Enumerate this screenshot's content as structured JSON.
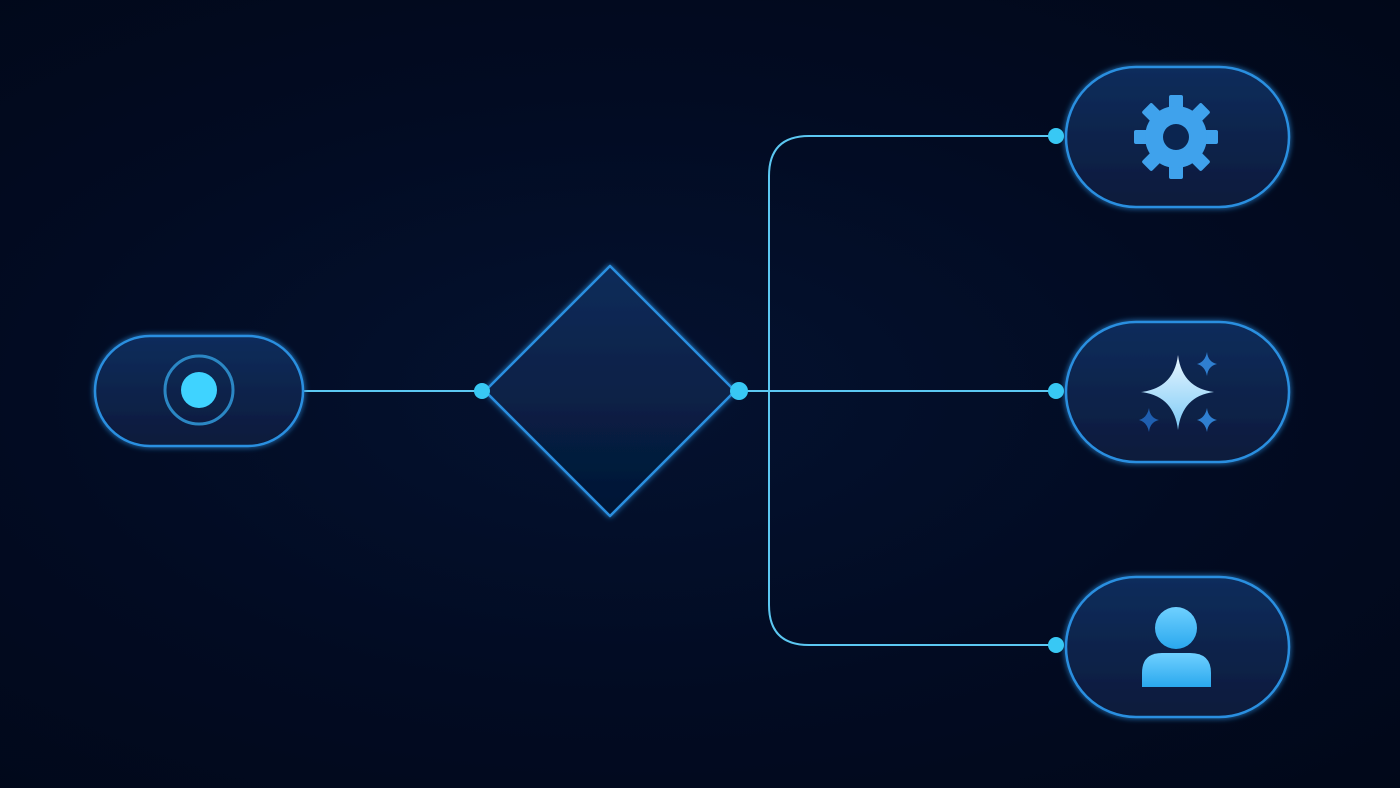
{
  "diagram": {
    "type": "flowchart",
    "nodes": [
      {
        "id": "start",
        "shape": "pill",
        "icon": "radio-target-icon"
      },
      {
        "id": "decision",
        "shape": "diamond",
        "icon": ""
      },
      {
        "id": "settings",
        "shape": "pill",
        "icon": "gear-icon"
      },
      {
        "id": "ai",
        "shape": "pill",
        "icon": "sparkle-icon"
      },
      {
        "id": "user",
        "shape": "pill",
        "icon": "user-icon"
      }
    ],
    "edges": [
      {
        "from": "start",
        "to": "decision"
      },
      {
        "from": "decision",
        "to": "settings"
      },
      {
        "from": "decision",
        "to": "ai"
      },
      {
        "from": "decision",
        "to": "user"
      }
    ]
  },
  "colors": {
    "background": "#020b22",
    "node_fill": "#0a2650",
    "node_border": "#2a8fe0",
    "connector": "#5cc8f2",
    "port": "#38c8f4",
    "icon": "#3fa2ec",
    "icon_light": "#4fd6ff"
  }
}
